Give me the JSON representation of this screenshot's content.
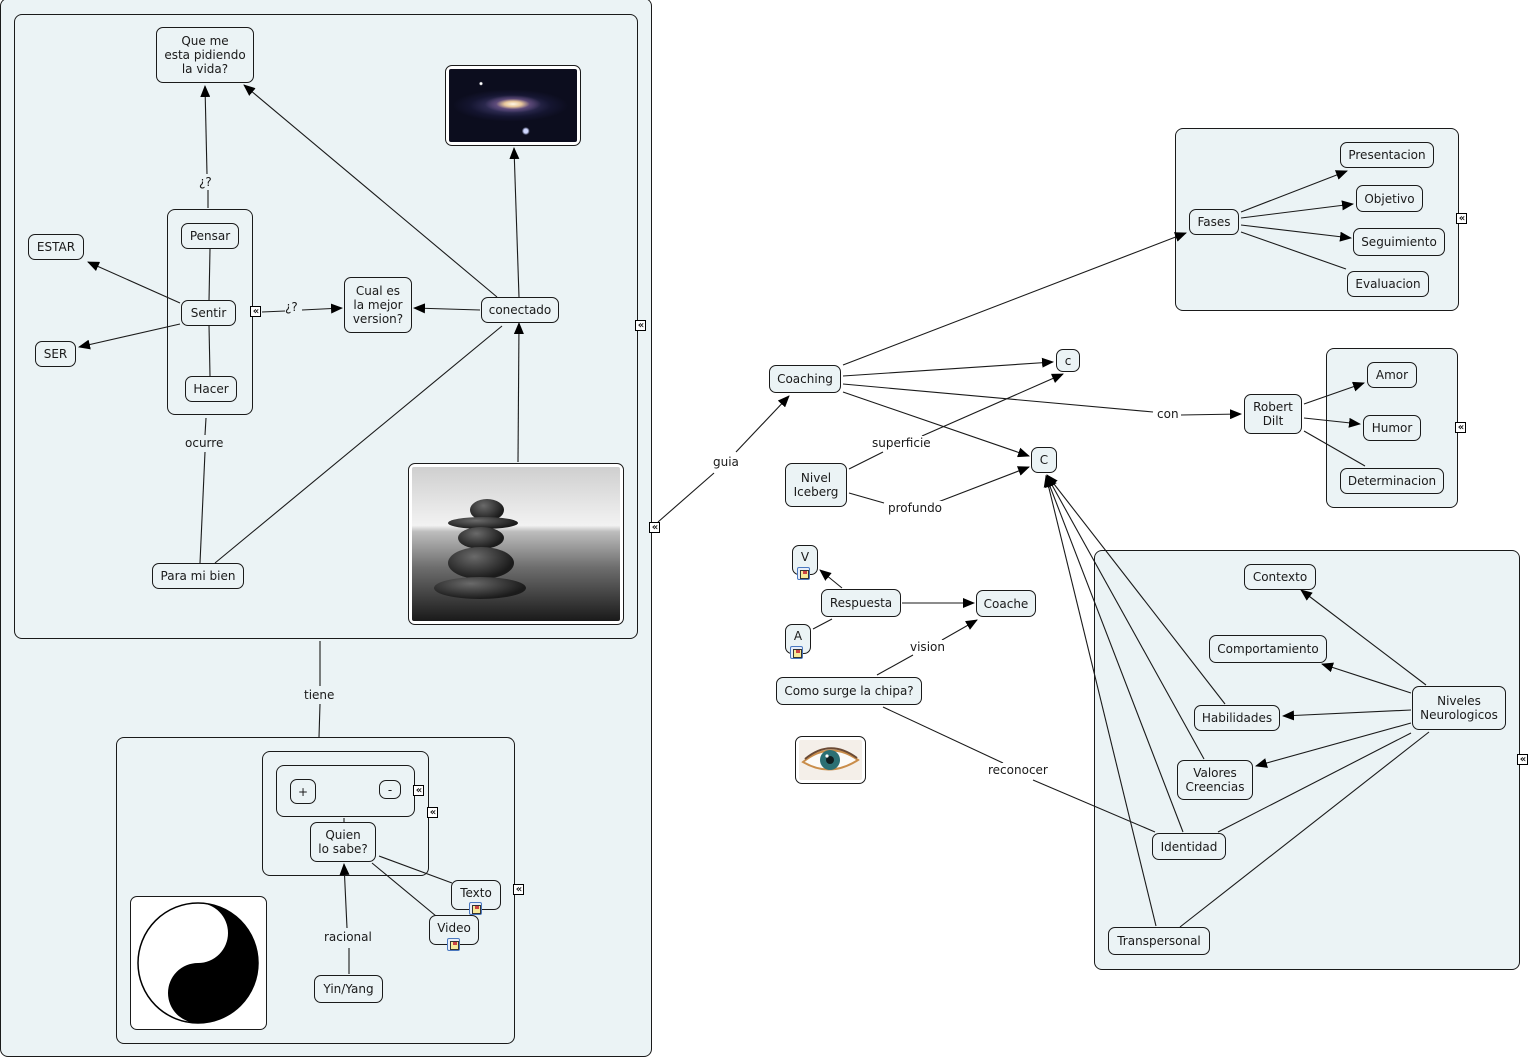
{
  "map": {
    "nodes": {
      "que_me_pide": "Que me\nesta pidiendo\nla vida?",
      "estar": "ESTAR",
      "ser": "SER",
      "pensar": "Pensar",
      "sentir": "Sentir",
      "hacer": "Hacer",
      "cual_es": "Cual es\nla mejor\nversion?",
      "conectado": "conectado",
      "para_mi_bien": "Para mi bien",
      "plus": "+",
      "minus": "-",
      "quien_lo_sabe": "Quien\nlo sabe?",
      "texto": "Texto",
      "video": "Video",
      "yin_yang": "Yin/Yang",
      "coaching": "Coaching",
      "c_lower": "c",
      "c_upper": "C",
      "nivel_iceberg": "Nivel\nIceberg",
      "v": "V",
      "a": "A",
      "respuesta": "Respuesta",
      "coache": "Coache",
      "como_surge": "Como surge la chipa?",
      "fases": "Fases",
      "presentacion": "Presentacion",
      "objetivo": "Objetivo",
      "seguimiento": "Seguimiento",
      "evaluacion": "Evaluacion",
      "robert_dilt": "Robert\nDilt",
      "amor": "Amor",
      "humor": "Humor",
      "determinacion": "Determinacion",
      "contexto": "Contexto",
      "comportamiento": "Comportamiento",
      "habilidades": "Habilidades",
      "valores_creencias": "Valores\nCreencias",
      "niveles_neurologicos": "Niveles\nNeurologicos",
      "identidad": "Identidad",
      "transpersonal": "Transpersonal"
    },
    "link_labels": {
      "pregunta_1": "¿?",
      "pregunta_2": "¿?",
      "ocurre": "ocurre",
      "tiene": "tiene",
      "racional": "racional",
      "guia": "guia",
      "superficie": "superficie",
      "profundo": "profundo",
      "con": "con",
      "vision": "vision",
      "reconocer": "reconocer"
    },
    "images": {
      "galaxy": "galaxy-image",
      "stones": "stacked-stones-image",
      "yin_yang": "yin-yang-image",
      "eye": "eye-image"
    },
    "collapse_glyph": "«",
    "colors": {
      "node_fill": "#ebf3f5",
      "border": "#1a1a1a",
      "background": "#ffffff"
    }
  }
}
